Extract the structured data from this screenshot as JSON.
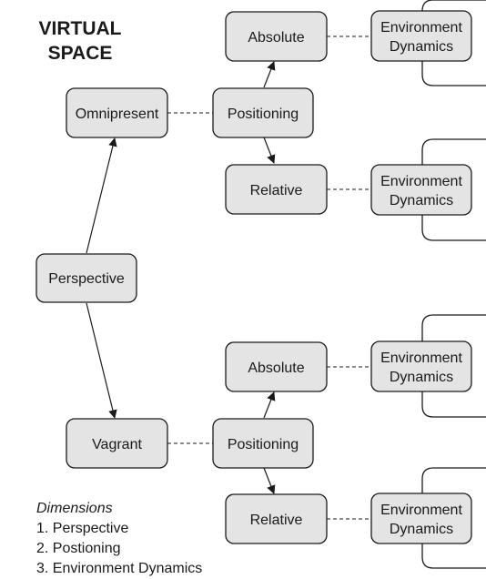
{
  "title": {
    "line1": "VIRTUAL",
    "line2": "SPACE"
  },
  "nodes": {
    "perspective": "Perspective",
    "omnipresent": "Omnipresent",
    "vagrant": "Vagrant",
    "positioning_top": "Positioning",
    "positioning_bottom": "Positioning",
    "absolute_top": "Absolute",
    "relative_top": "Relative",
    "absolute_bottom": "Absolute",
    "relative_bottom": "Relative",
    "env1": [
      "Environment",
      "Dynamics"
    ],
    "env2": [
      "Environment",
      "Dynamics"
    ],
    "env3": [
      "Environment",
      "Dynamics"
    ],
    "env4": [
      "Environment",
      "Dynamics"
    ]
  },
  "legend": {
    "heading": "Dimensions",
    "items": [
      "1. Perspective",
      "2. Postioning",
      "3. Environment Dynamics"
    ]
  }
}
